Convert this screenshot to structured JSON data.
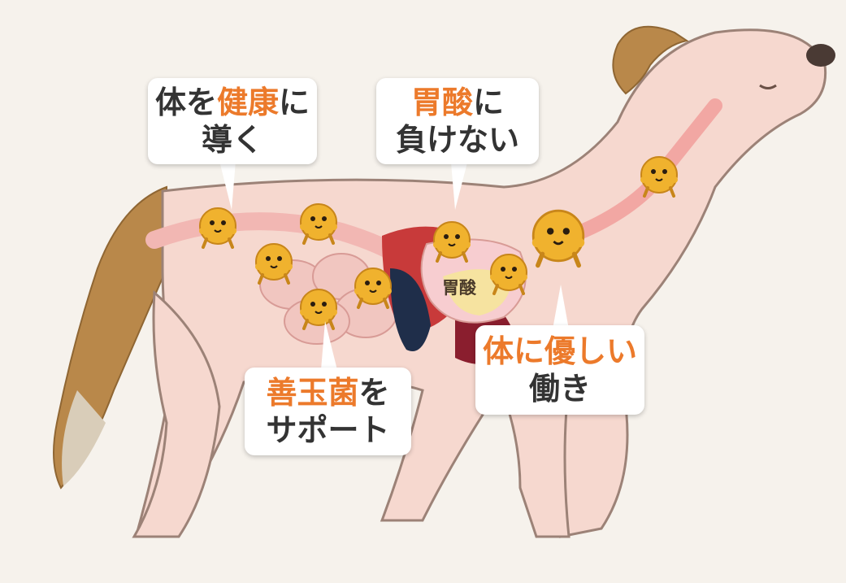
{
  "colors": {
    "background": "#f6f2ec",
    "accent": "#ec7a2b",
    "text": "#333333",
    "body": "#f6d8cf",
    "fur": "#b9884a",
    "bacteria": "#f0b22e"
  },
  "labels": {
    "stomach_acid": "胃酸"
  },
  "bubbles": {
    "health": {
      "line1": {
        "a": "体を",
        "b": "健康",
        "c": "に"
      },
      "line2": "導く"
    },
    "acid": {
      "line1": {
        "a": "胃酸",
        "b": "に"
      },
      "line2": "負けない"
    },
    "gentle": {
      "line1": "体に優しい",
      "line2": "働き"
    },
    "bacteria": {
      "line1": {
        "a": "善玉菌",
        "b": "を"
      },
      "line2": "サポート"
    }
  },
  "icons": [
    "bacteria-mascot-icon"
  ]
}
